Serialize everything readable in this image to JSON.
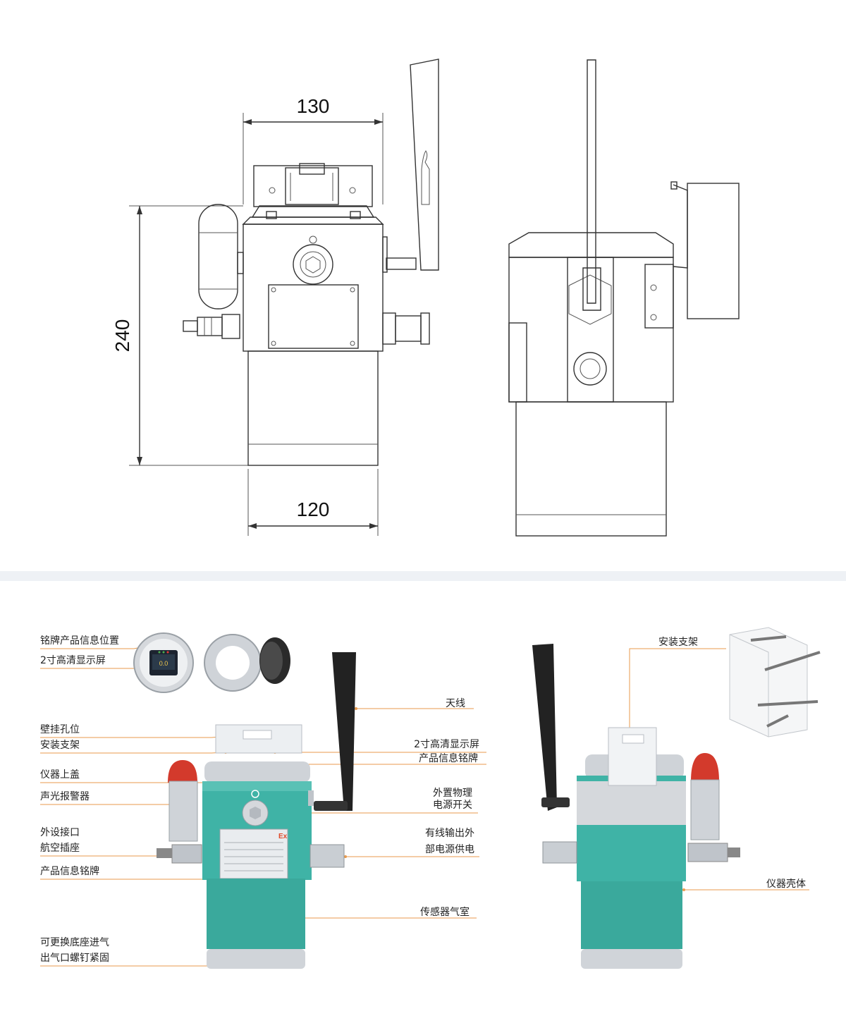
{
  "dimensions": {
    "width_top": "130",
    "height": "240",
    "width_bottom": "120"
  },
  "callouts_left": [
    {
      "text": "铭牌产品信息位置"
    },
    {
      "text": "2寸高清显示屏"
    },
    {
      "text": "壁挂孔位"
    },
    {
      "text": "安装支架"
    },
    {
      "text": "仪器上盖"
    },
    {
      "text": "声光报警器"
    },
    {
      "text": "外设接口"
    },
    {
      "text": "航空插座"
    },
    {
      "text": "产品信息铭牌"
    },
    {
      "text": "可更换底座进气"
    },
    {
      "text": "出气口螺钉紧固"
    }
  ],
  "callouts_mid": [
    {
      "text": "天线"
    },
    {
      "text": "2寸高清显示屏"
    },
    {
      "text": "产品信息铭牌"
    },
    {
      "text": "外置物理"
    },
    {
      "text": "电源开关"
    },
    {
      "text": "有线输出外"
    },
    {
      "text": "部电源供电"
    },
    {
      "text": "传感器气室"
    }
  ],
  "callouts_right": [
    {
      "text": "安装支架"
    },
    {
      "text": "仪器壳体"
    }
  ],
  "badges": {
    "ex_mark": "Ex",
    "display_reading": "0.0"
  },
  "colors": {
    "body_teal": "#3fb3a6",
    "leader_orange": "#e89a4c",
    "alarm_red": "#d33a2c",
    "divider": "#eef1f5"
  }
}
